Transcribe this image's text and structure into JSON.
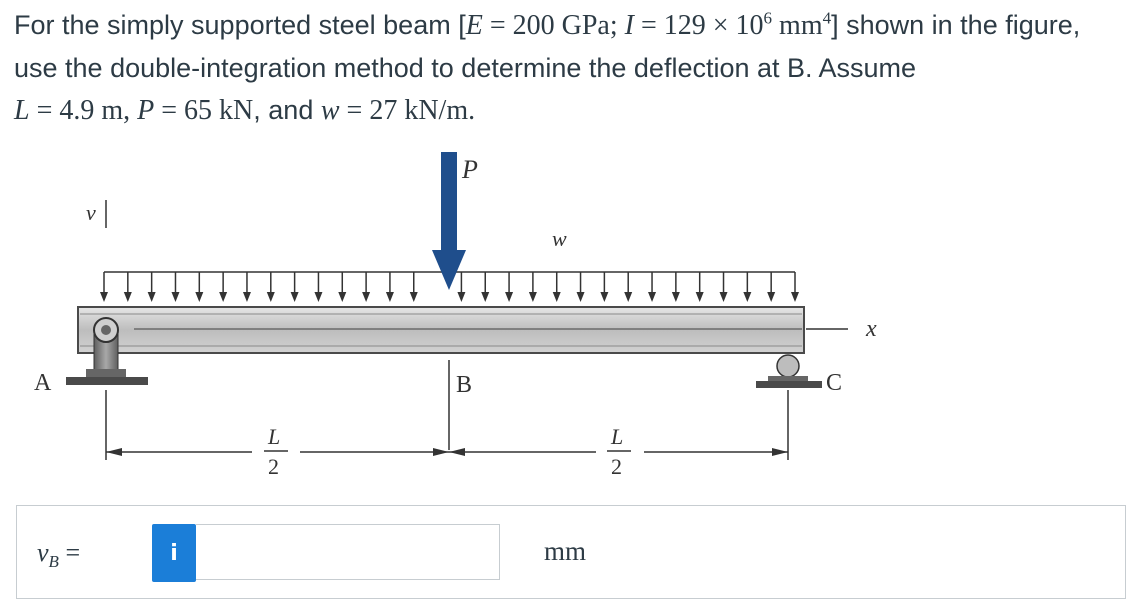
{
  "problem": {
    "text_a": "For the simply supported steel beam [",
    "E_sym": "E",
    "E_eq": " = 200 GPa; ",
    "I_sym": "I",
    "I_eq": " = 129 × 10",
    "I_exp": "6",
    "I_unit": " mm",
    "I_unit_exp": "4",
    "text_b": "] shown in the figure, use the double-integration method to determine the deflection at B. Assume",
    "L_sym": "L",
    "L_eq": " = 4.9 m, ",
    "P_sym": "P",
    "P_eq": " = 65 kN",
    "and_text": ", and ",
    "w_sym": "w",
    "w_eq": " = 27 kN/m."
  },
  "figure": {
    "label_P": "P",
    "label_v": "v",
    "label_w": "w",
    "label_x": "x",
    "label_A": "A",
    "label_B": "B",
    "label_C": "C",
    "dim_num_left": "L",
    "dim_den_left": "2",
    "dim_num_right": "L",
    "dim_den_right": "2"
  },
  "answer": {
    "var": "v",
    "sub": "B",
    "eq": " =",
    "info_icon": "i",
    "value": "",
    "unit": "mm"
  },
  "colors": {
    "text": "#2d3b45",
    "arrow_P": "#1f4e8c",
    "beam": "#c8c8c8",
    "info_button": "#1b7ed8"
  }
}
